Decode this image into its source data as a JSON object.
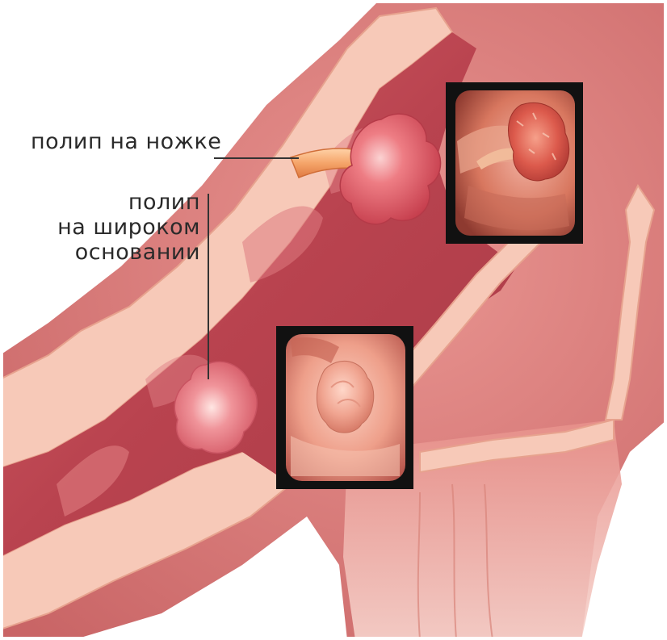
{
  "labels": {
    "pedunculated": "полип на ножке",
    "sessile_line1": "полип",
    "sessile_line2": "на широком",
    "sessile_line3": "основании"
  },
  "colors": {
    "wall_outer": "#f3b4a4",
    "wall_band": "#f8d2c2",
    "lumen": "#c04a54",
    "tissue": "#d66b6e",
    "polyp": "#e2606b",
    "stalk": "#f08a50",
    "frame": "#111111",
    "leader": "#333333"
  }
}
